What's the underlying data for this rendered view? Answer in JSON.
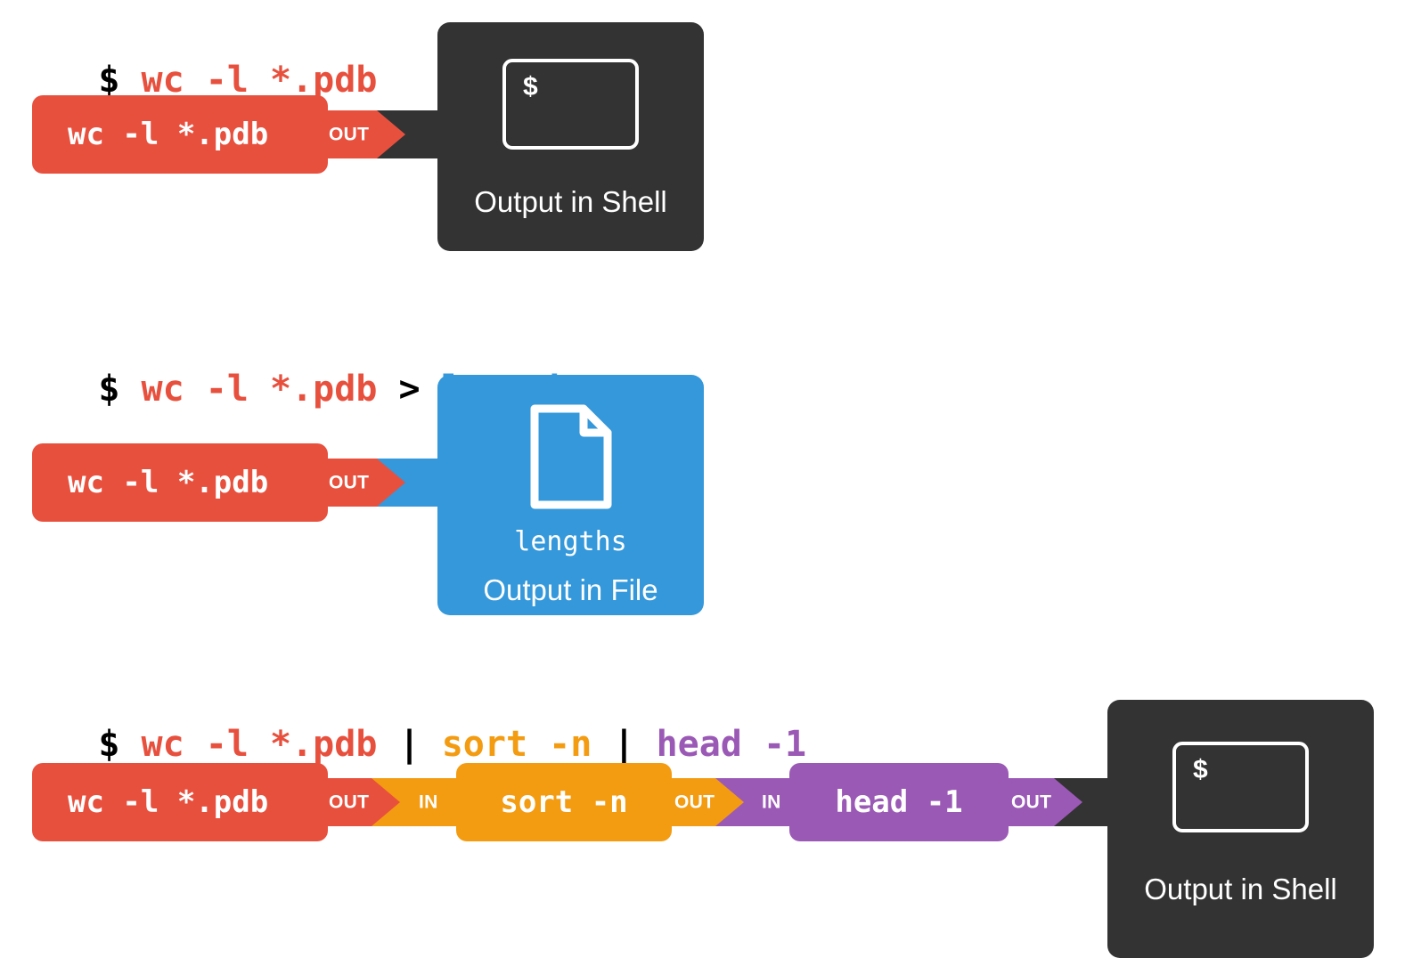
{
  "title": "Shell redirection and pipes diagram",
  "colors": {
    "red": "#e8503e",
    "blue": "#3498db",
    "orange": "#f39c12",
    "purple": "#9b59b6",
    "dark": "#333333",
    "black": "#000000",
    "white": "#ffffff",
    "background": "#ffffff"
  },
  "labels": {
    "out": "OUT",
    "in": "IN",
    "prompt": "$",
    "shell_caption": "Output in Shell",
    "file_caption": "Output in File"
  },
  "rows": [
    {
      "id": "row-shell",
      "command_line": [
        {
          "text": "$",
          "color": "prompt"
        },
        {
          "text": " ",
          "color": "black"
        },
        {
          "text": "wc -l *.pdb",
          "color": "red"
        }
      ],
      "stages": [
        {
          "name": "wc",
          "label": "wc -l *.pdb",
          "color": "red",
          "out": "OUT"
        }
      ],
      "output": {
        "kind": "shell",
        "caption": "Output in Shell",
        "prompt": "$"
      }
    },
    {
      "id": "row-file",
      "command_line": [
        {
          "text": "$",
          "color": "prompt"
        },
        {
          "text": " ",
          "color": "black"
        },
        {
          "text": "wc -l *.pdb",
          "color": "red"
        },
        {
          "text": " ",
          "color": "black"
        },
        {
          "text": ">",
          "color": "black"
        },
        {
          "text": " ",
          "color": "black"
        },
        {
          "text": "lengths",
          "color": "blue"
        }
      ],
      "stages": [
        {
          "name": "wc",
          "label": "wc -l *.pdb",
          "color": "red",
          "out": "OUT"
        }
      ],
      "output": {
        "kind": "file",
        "caption": "Output in File",
        "filename": "lengths"
      }
    },
    {
      "id": "row-pipe",
      "command_line": [
        {
          "text": "$",
          "color": "prompt"
        },
        {
          "text": " ",
          "color": "black"
        },
        {
          "text": "wc -l *.pdb",
          "color": "red"
        },
        {
          "text": " ",
          "color": "black"
        },
        {
          "text": "|",
          "color": "black"
        },
        {
          "text": " ",
          "color": "black"
        },
        {
          "text": "sort -n",
          "color": "orange"
        },
        {
          "text": " ",
          "color": "black"
        },
        {
          "text": "|",
          "color": "black"
        },
        {
          "text": " ",
          "color": "black"
        },
        {
          "text": "head -1",
          "color": "purple"
        }
      ],
      "stages": [
        {
          "name": "wc",
          "label": "wc -l *.pdb",
          "color": "red",
          "out": "OUT"
        },
        {
          "name": "sort",
          "label": "sort -n",
          "color": "orange",
          "in": "IN",
          "out": "OUT"
        },
        {
          "name": "head",
          "label": "head -1",
          "color": "purple",
          "in": "IN",
          "out": "OUT"
        }
      ],
      "output": {
        "kind": "shell",
        "caption": "Output in Shell",
        "prompt": "$"
      }
    }
  ]
}
